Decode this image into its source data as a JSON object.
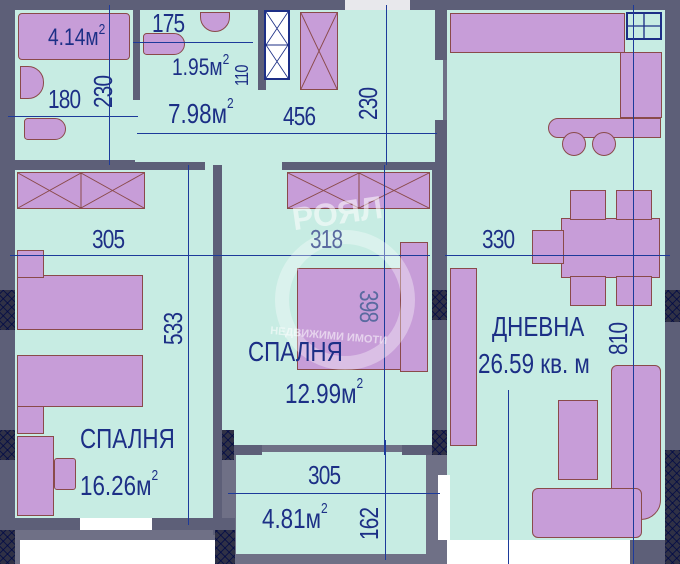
{
  "plan": {
    "title": "Apartment floor plan",
    "wall_color": "#5d5f78",
    "floor_color": "#c7ece3",
    "furniture_color": "#c79dd8",
    "dimension_color": "#1c2f86"
  },
  "rooms": {
    "bathroom": {
      "area": "4.14",
      "unit": "м",
      "sup": "2",
      "dim_width": "180",
      "dim_height": "230"
    },
    "wc": {
      "area": "1.95",
      "unit": "м",
      "sup": "2",
      "dim_width": "175",
      "dim_height": "110"
    },
    "hallway": {
      "area": "7.98",
      "unit": "м",
      "sup": "2",
      "dim_width": "456",
      "dim_height": "230"
    },
    "bedroom_left": {
      "name": "СПАЛНЯ",
      "area": "16.26",
      "unit": "м",
      "sup": "2",
      "dim_width": "305",
      "dim_height": "533"
    },
    "bedroom_middle": {
      "name": "СПАЛНЯ",
      "area": "12.99",
      "unit": "м",
      "sup": "2",
      "dim_width": "318",
      "dim_height": "398"
    },
    "living_room": {
      "name": "ДНЕВНА",
      "area": "26.59",
      "unit": "кв. м",
      "dim_width": "330",
      "dim_height": "810"
    },
    "balcony": {
      "area": "4.81",
      "unit": "м",
      "sup": "2",
      "dim_width": "305",
      "dim_height": "162"
    }
  },
  "watermark": {
    "brand": "РОЯЛ",
    "tagline": "НЕДВИЖИМИ ИМОТИ"
  }
}
